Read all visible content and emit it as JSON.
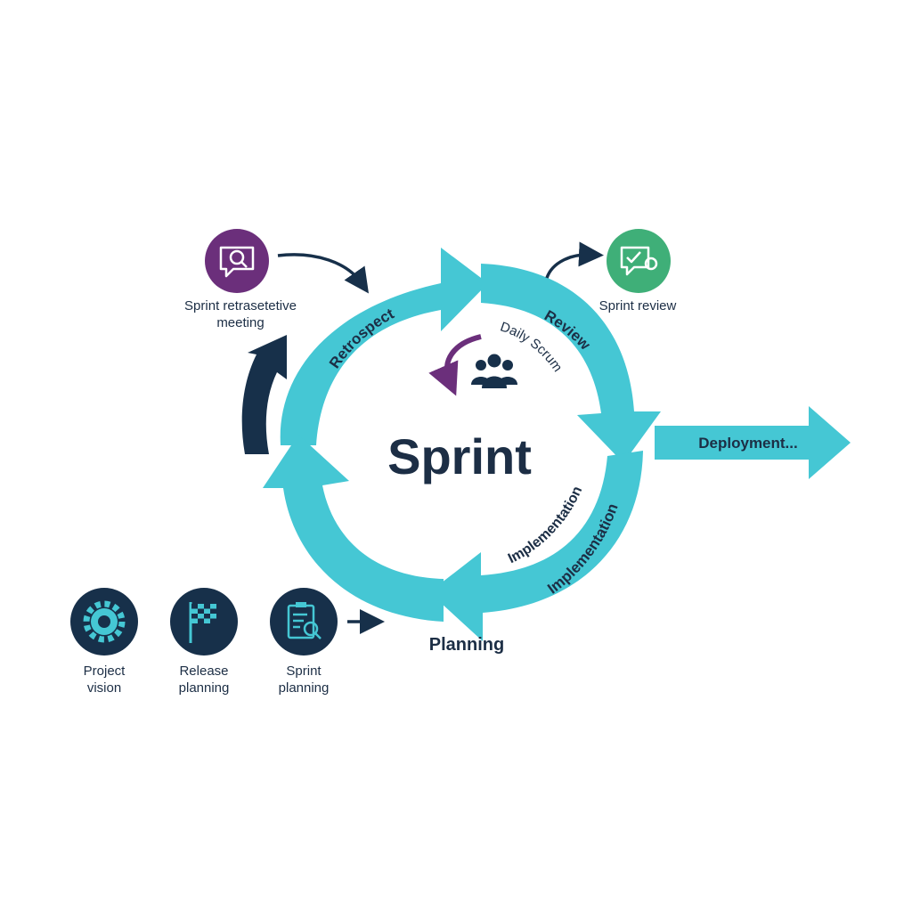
{
  "diagram": {
    "center_title": "Sprint",
    "segments": {
      "retrospect": "Retrospect",
      "review": "Review",
      "implementation_inner": "Implementation",
      "implementation_outer": "Implementation",
      "planning": "Planning"
    },
    "daily_scrum": "Daily Scrum",
    "deployment": "Deployment...",
    "top_left": {
      "line1": "Sprint retrasetetive",
      "line2": "meeting"
    },
    "top_right": {
      "line1": "Sprint review"
    },
    "bottom_items": [
      {
        "line1": "Project",
        "line2": "vision"
      },
      {
        "line1": "Release",
        "line2": "planning"
      },
      {
        "line1": "Sprint",
        "line2": "planning"
      }
    ]
  },
  "colors": {
    "cyan": "#45c7d4",
    "navy": "#17304a",
    "purple": "#6b2f7b",
    "green": "#3faf78",
    "text": "#1c2e45"
  },
  "icons": {
    "retrospective": "chat-magnifier-icon",
    "review": "chat-check-gear-icon",
    "daily_scrum": "team-icon",
    "project_vision": "gear-eye-icon",
    "release_planning": "checkered-flag-icon",
    "sprint_planning": "clipboard-search-icon"
  }
}
